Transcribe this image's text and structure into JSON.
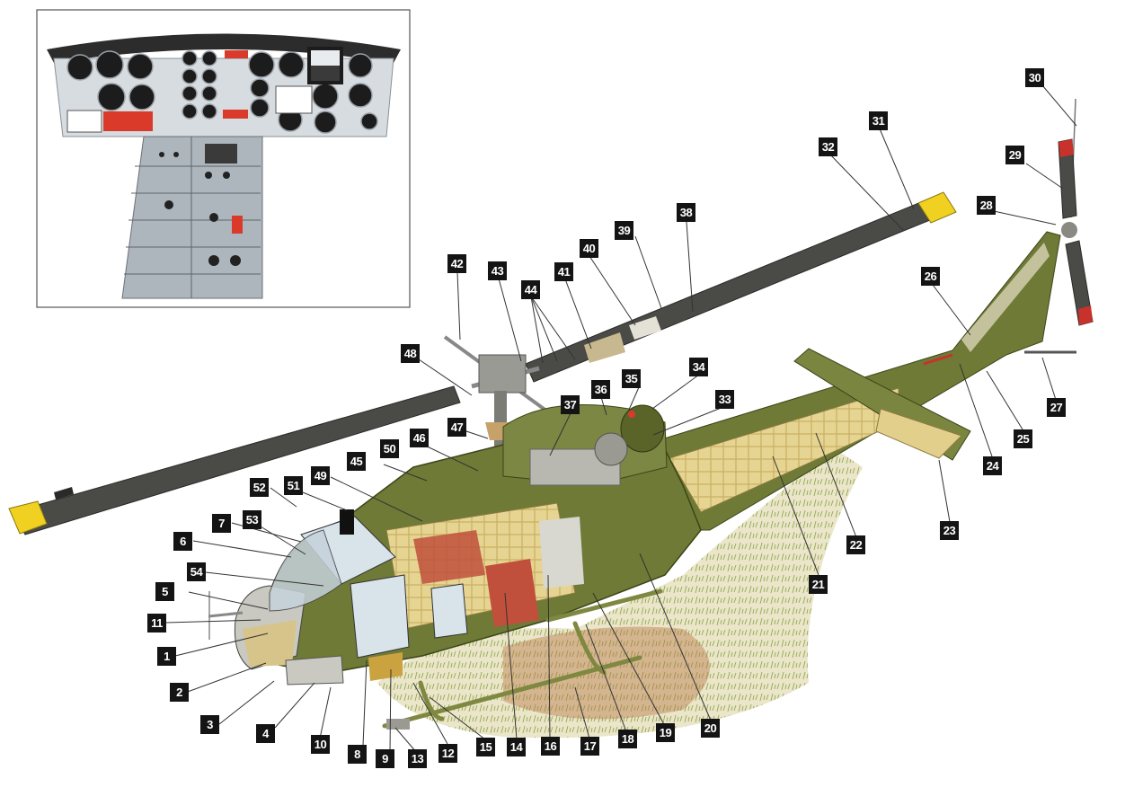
{
  "figure": {
    "inset_name": "instrument-panel-inset",
    "main_name": "helicopter-cutaway",
    "colors": {
      "background": "#ffffff",
      "olive": "#6e7a36",
      "olive_dark": "#4b5522",
      "blade": "#4a4a46",
      "blade_tip": "#f0d020",
      "interior_tan": "#e3cf8c",
      "seat_red": "#c0503c",
      "tail_stripe": "#c8322a",
      "callout_box": "#141414",
      "callout_text": "#ffffff"
    }
  },
  "callouts": [
    "1",
    "2",
    "3",
    "4",
    "5",
    "6",
    "7",
    "8",
    "9",
    "10",
    "11",
    "12",
    "13",
    "14",
    "15",
    "16",
    "17",
    "18",
    "19",
    "20",
    "21",
    "22",
    "23",
    "24",
    "25",
    "26",
    "27",
    "28",
    "29",
    "30",
    "31",
    "32",
    "33",
    "34",
    "35",
    "36",
    "37",
    "38",
    "39",
    "40",
    "41",
    "42",
    "43",
    "44",
    "45",
    "46",
    "47",
    "48",
    "49",
    "50",
    "51",
    "52",
    "53",
    "54"
  ]
}
